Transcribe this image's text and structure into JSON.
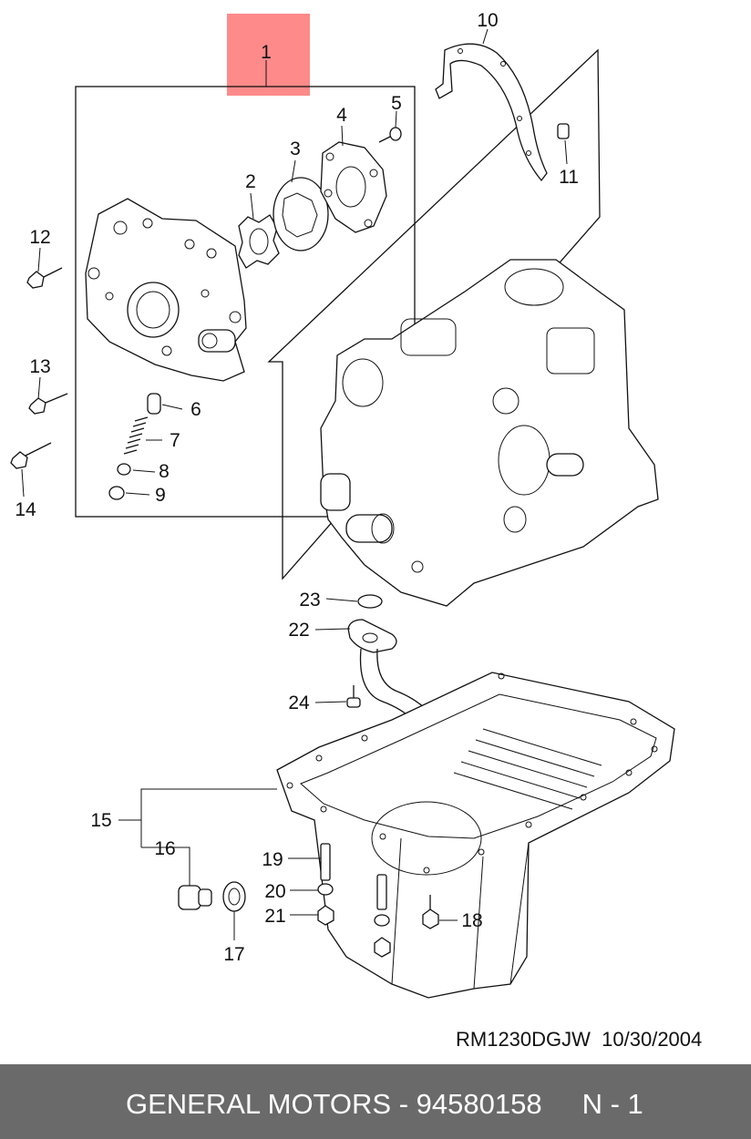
{
  "callouts": {
    "p1": "1",
    "p2": "2",
    "p3": "3",
    "p4": "4",
    "p5": "5",
    "p6": "6",
    "p7": "7",
    "p8": "8",
    "p9": "9",
    "p10": "10",
    "p11": "11",
    "p12": "12",
    "p13": "13",
    "p14": "14",
    "p15": "15",
    "p16": "16",
    "p17": "17",
    "p18": "18",
    "p19": "19",
    "p20": "20",
    "p21": "21",
    "p22": "22",
    "p23": "23",
    "p24": "24"
  },
  "reference": {
    "code": "RM1230DGJW",
    "date": "10/30/2004"
  },
  "footer": {
    "text": "GENERAL MOTORS - 94580158",
    "suffix": "N - 1"
  },
  "colors": {
    "highlight": "#ff8a8a",
    "footer_bg": "#6a6a6a",
    "footer_text": "#ffffff"
  }
}
